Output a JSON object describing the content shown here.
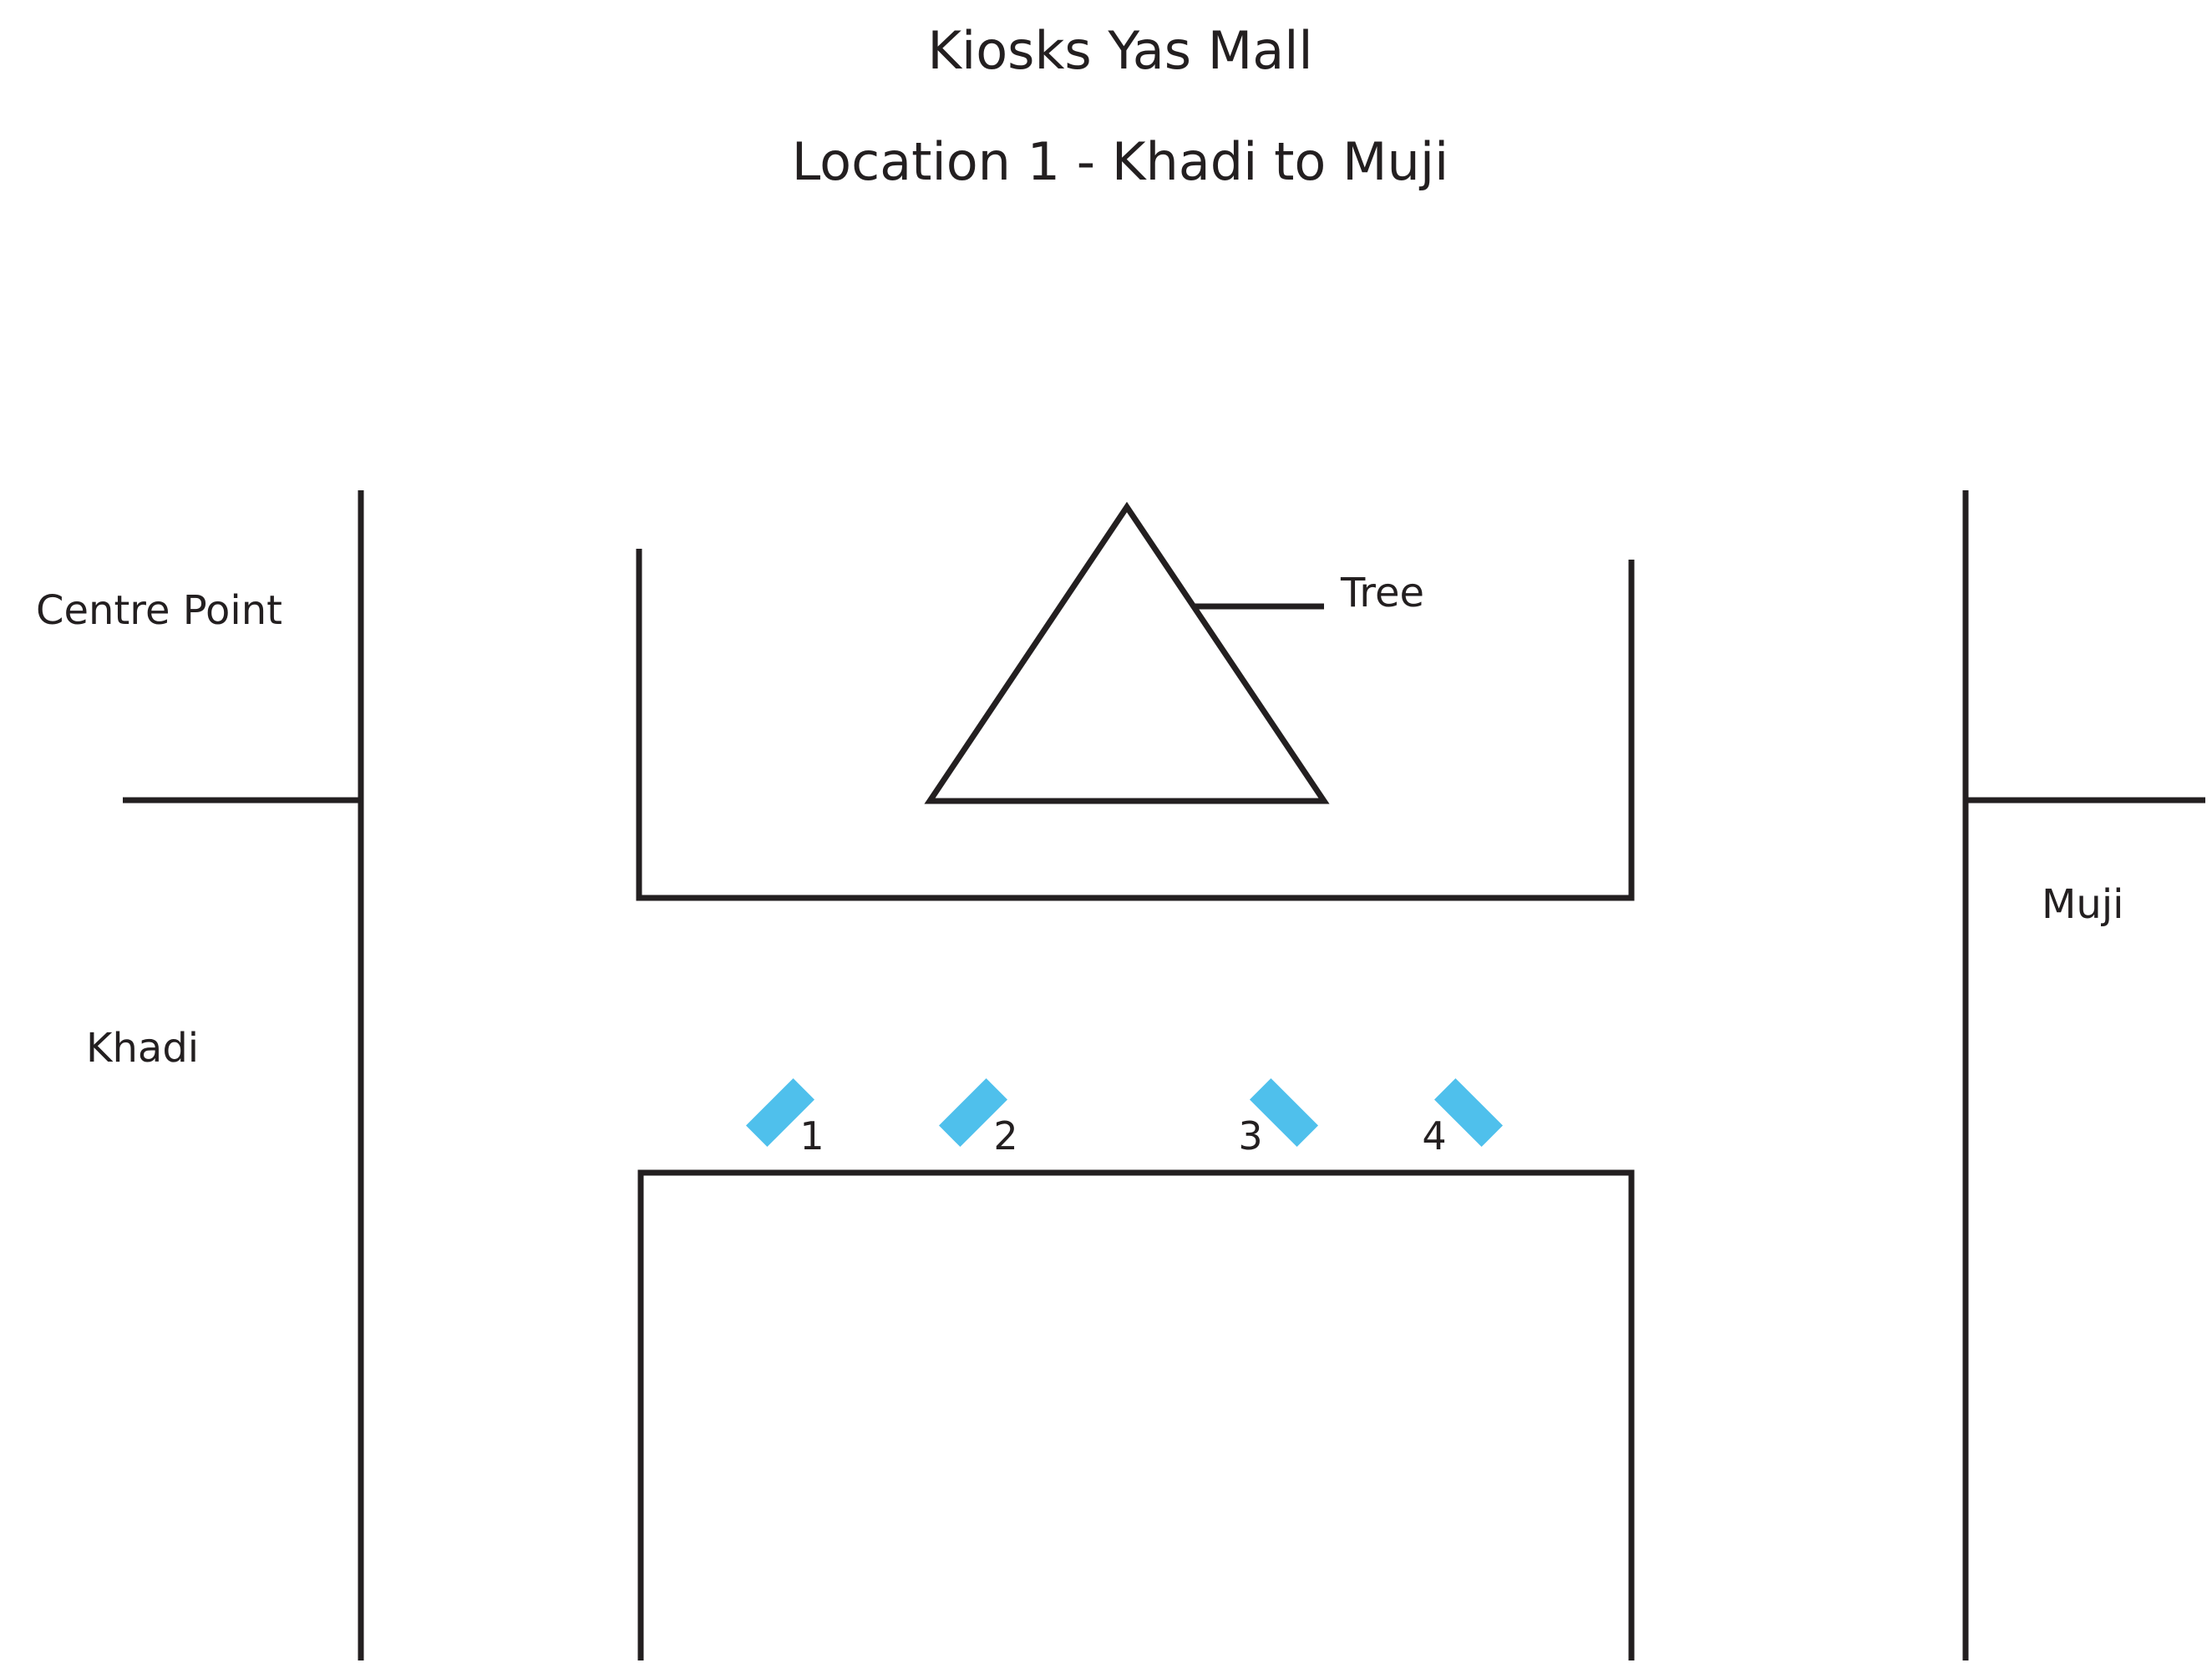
{
  "diagram": {
    "title": "Kiosks Yas Mall",
    "subtitle": "Location 1 - Khadi to Muji",
    "labels": {
      "centre_point": "Centre Point",
      "khadi": "Khadi",
      "muji": "Muji",
      "tree": "Tree"
    },
    "kiosks": [
      "1",
      "2",
      "3",
      "4"
    ],
    "colors": {
      "lines": "#231f20",
      "kiosk": "#4fc0ec",
      "background": "#ffffff"
    }
  }
}
